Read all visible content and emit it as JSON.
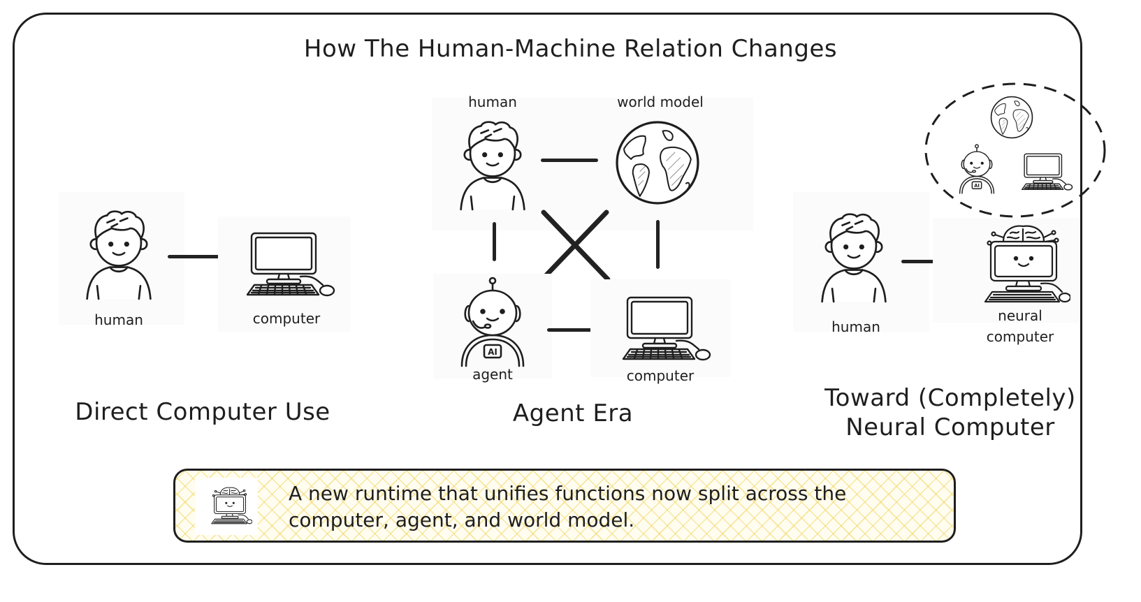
{
  "title": "How The Human-Machine Relation Changes",
  "panels": [
    {
      "id": "direct",
      "heading": "Direct Computer Use",
      "nodes": [
        {
          "label": "human",
          "icon": "human-icon"
        },
        {
          "label": "computer",
          "icon": "computer-icon"
        }
      ],
      "connections": [
        [
          "human",
          "computer"
        ]
      ]
    },
    {
      "id": "agent-era",
      "heading": "Agent Era",
      "nodes": [
        {
          "label": "human",
          "icon": "human-icon"
        },
        {
          "label": "world model",
          "icon": "globe-icon"
        },
        {
          "label": "agent",
          "icon": "robot-agent-icon"
        },
        {
          "label": "computer",
          "icon": "computer-icon"
        }
      ],
      "connections": [
        [
          "human",
          "world model"
        ],
        [
          "human",
          "agent"
        ],
        [
          "world model",
          "computer"
        ],
        [
          "agent",
          "computer"
        ],
        [
          "human",
          "computer"
        ],
        [
          "world model",
          "agent"
        ]
      ]
    },
    {
      "id": "neural",
      "heading_line1": "Toward (Completely)",
      "heading_line2": "Neural Computer",
      "nodes": [
        {
          "label": "human",
          "icon": "human-icon"
        },
        {
          "label_line1": "neural",
          "label_line2": "computer",
          "icon": "neural-computer-icon"
        }
      ],
      "dashed_group": [
        "globe-icon",
        "robot-agent-icon",
        "computer-icon"
      ],
      "connections": [
        [
          "human",
          "neural computer"
        ]
      ]
    }
  ],
  "callout": {
    "icon": "neural-computer-icon",
    "text": "A new runtime that unifies functions now split across the computer, agent, and world model.",
    "pattern_color": "#f0d25a"
  },
  "colors": {
    "stroke": "#1e1e1e",
    "background": "#ffffff",
    "callout_fill": "#fffdf0"
  }
}
